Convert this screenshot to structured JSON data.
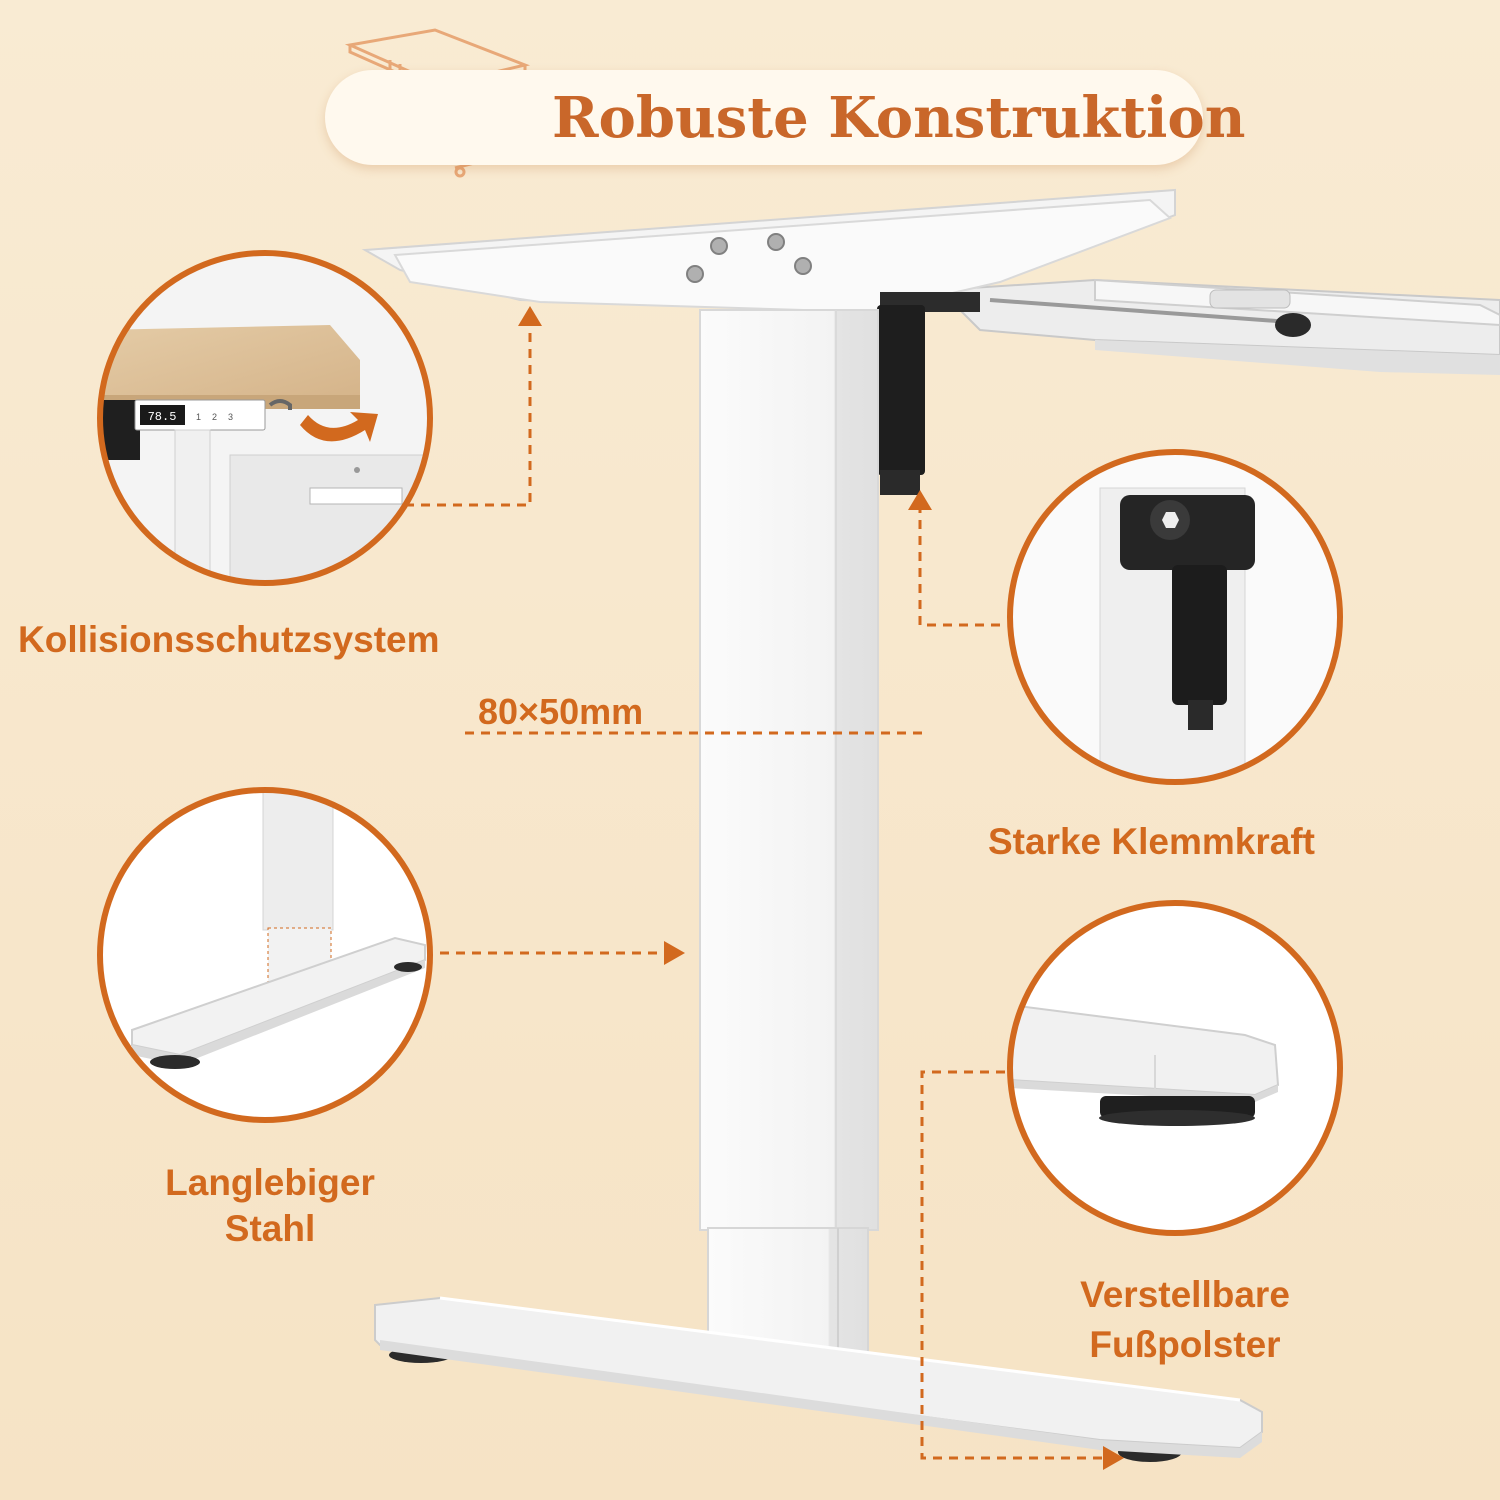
{
  "title": "Robuste Konstruktion",
  "features": {
    "collision": "Kollisionsschutzsystem",
    "clamp": "Starke Klemmkraft",
    "steel": [
      "Langlebiger",
      "Stahl"
    ],
    "pads": [
      "Verstellbare",
      "Fußpolster"
    ]
  },
  "dimension": "80×50mm",
  "control_panel_display": "78.5",
  "control_panel_buttons": [
    "1",
    "2",
    "3"
  ],
  "colors": {
    "accent": "#D2691E",
    "background": "#F8E6C8",
    "frame": "#F2F2F2"
  }
}
